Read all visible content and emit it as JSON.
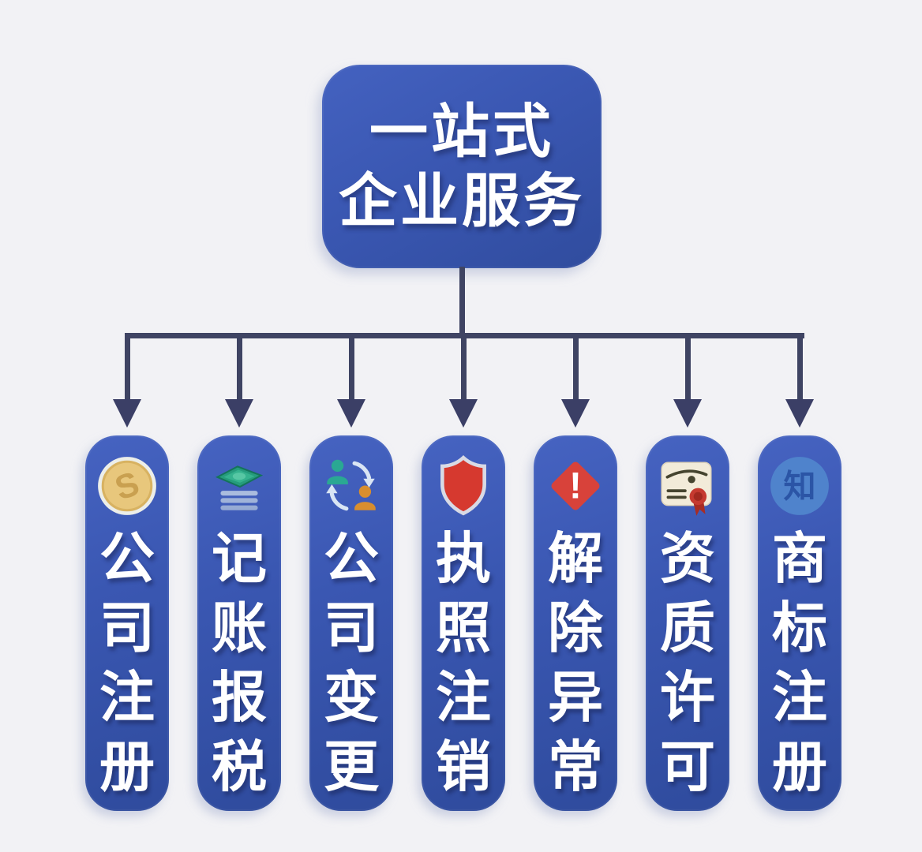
{
  "title": {
    "line1": "一站式",
    "line2": "企业服务"
  },
  "colors": {
    "background": "#f2f2f5",
    "node_blue": "#3a57b2",
    "node_blue_dark": "#2f4b9d",
    "connector_navy": "#3f4463",
    "arrowhead_navy": "#3b3f66",
    "text_white": "#ffffff",
    "coin_gold": "#e8c77c",
    "money_green": "#269c7d",
    "shield_red": "#d6392f",
    "alert_red": "#d8423a",
    "certificate_ivory": "#f2ebd9",
    "seal_red": "#c63a30",
    "trademark_blue": "#4f83cc"
  },
  "branches": [
    {
      "label": "公司注册",
      "icon": "coin-dollar-icon",
      "icon_char": "S"
    },
    {
      "label": "记账报税",
      "icon": "money-stack-icon"
    },
    {
      "label": "公司变更",
      "icon": "people-exchange-icon"
    },
    {
      "label": "执照注销",
      "icon": "shield-icon"
    },
    {
      "label": "解除异常",
      "icon": "alert-exclamation-icon",
      "icon_char": "!"
    },
    {
      "label": "资质许可",
      "icon": "certificate-seal-icon"
    },
    {
      "label": "商标注册",
      "icon": "trademark-knowledge-icon",
      "icon_char": "知"
    }
  ]
}
